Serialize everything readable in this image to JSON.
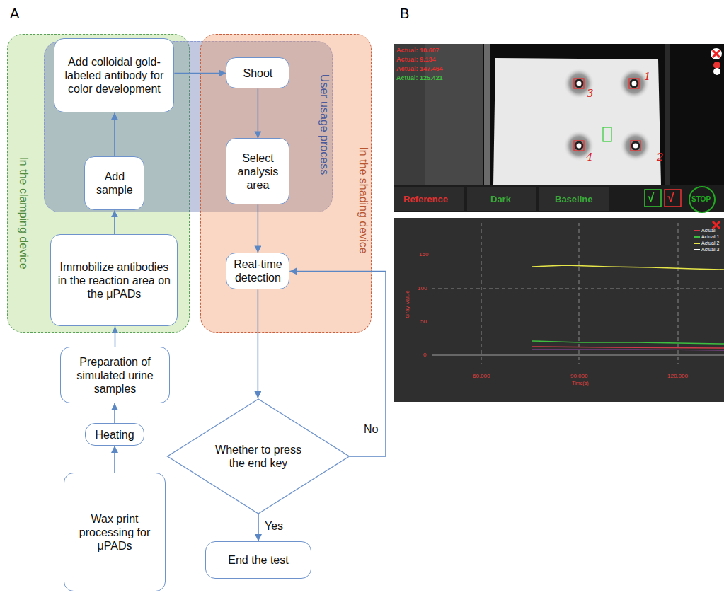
{
  "diagram": {
    "nodes": [
      {
        "text": [
          "In the clamping device"
        ]
      },
      {
        "text": [
          "Add colloidal gold-labeled antibody for color development"
        ],
        "in": 0
      },
      {
        "text": [
          "Add sample"
        ],
        "in": 0
      },
      {
        "text": [
          "Immobilize antibodies in the reaction area on the μPADs"
        ],
        "in": 0
      },
      {
        "text": [
          "User usage process"
        ]
      },
      {
        "text": [
          "In the shading device"
        ]
      },
      {
        "text": [
          "Shoot"
        ],
        "in": 5
      },
      {
        "text": [
          "Select analysis area"
        ],
        "in": 5
      },
      {
        "text": [
          "Real-time detection"
        ],
        "in": 5
      },
      {
        "text": [
          "Preparation of simulated urine samples"
        ]
      },
      {
        "text": [
          "Heating"
        ]
      },
      {
        "text": [
          "Wax print processing for μPADs"
        ]
      },
      {
        "text": [
          "Whether to press the end key"
        ]
      },
      {
        "text": [
          "End the test"
        ]
      }
    ],
    "edges": [
      {
        "from": 11,
        "to": 10,
        "arrow": "to"
      },
      {
        "from": 10,
        "to": 9,
        "arrow": "to"
      },
      {
        "from": 9,
        "to": 3,
        "arrow": "to"
      },
      {
        "from": 3,
        "to": 2,
        "arrow": "to"
      },
      {
        "from": 2,
        "to": 1,
        "arrow": "to"
      },
      {
        "from": 1,
        "to": 6,
        "arrow": "to"
      },
      {
        "from": 6,
        "to": 7,
        "arrow": "to"
      },
      {
        "from": 7,
        "to": 8,
        "arrow": "to"
      },
      {
        "from": 8,
        "to": 12,
        "arrow": "to"
      },
      {
        "from": 12,
        "to": 13,
        "label": "Yes",
        "arrow": "to"
      },
      {
        "from": 12,
        "to": 8,
        "label": "No",
        "arrow": "to"
      }
    ],
    "labels": [
      "A",
      "B",
      "Actual: 10.607",
      "Actual: 9.134",
      "Actual: 147.464",
      "Actual: 125.421",
      "3",
      "1",
      "4",
      "2",
      "Reference",
      "Dark",
      "Baseline",
      "√",
      "√",
      "STOP",
      "150",
      "100",
      "50",
      "0",
      "60.000",
      "90.000",
      "120.000",
      "Time(s)",
      "Gray Value"
    ],
    "legend": [
      {
        "text": "Actual",
        "color": "#d03a4a"
      },
      {
        "text": "Actual 1",
        "color": "#3fbf3f"
      },
      {
        "text": "Actual 2",
        "color": "#e6e64a"
      },
      {
        "text": "Actual 3",
        "color": "#ffffff"
      }
    ]
  }
}
